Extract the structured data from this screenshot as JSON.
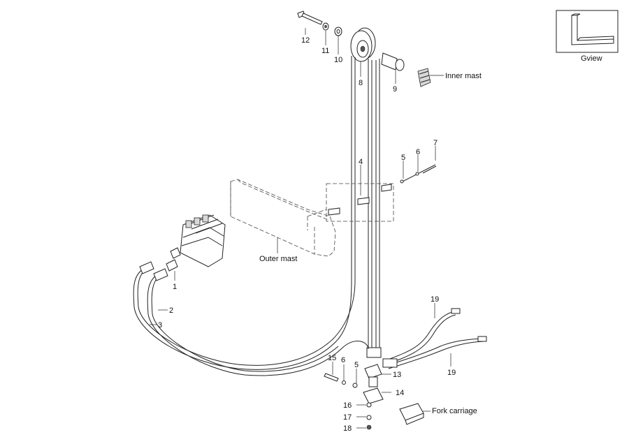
{
  "labels": {
    "inner_mast": "Inner mast",
    "outer_mast": "Outer mast",
    "fork_carriage": "Fork carriage",
    "gview": "Gview"
  },
  "callouts": {
    "c1": "1",
    "c2": "2",
    "c3": "3",
    "c4": "4",
    "c5a": "5",
    "c5b": "5",
    "c6a": "6",
    "c6b": "6",
    "c7": "7",
    "c8": "8",
    "c9": "9",
    "c10": "10",
    "c11": "11",
    "c12": "12",
    "c13": "13",
    "c14": "14",
    "c15": "15",
    "c16": "16",
    "c17": "17",
    "c18": "18",
    "c19a": "19",
    "c19b": "19"
  }
}
